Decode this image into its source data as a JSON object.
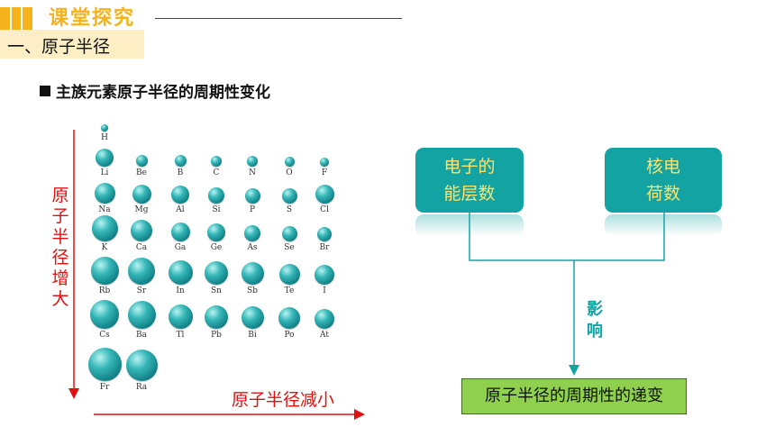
{
  "header": {
    "title": "课堂探究"
  },
  "section": {
    "label": "一、原子半径"
  },
  "subtitle": "主族元素原子半径的周期性变化",
  "axis": {
    "vertical": [
      "原",
      "子",
      "半",
      "径",
      "增",
      "大"
    ],
    "horizontal": "原子半径减小"
  },
  "colors": {
    "accent": "#f5b21a",
    "teal": "#13a3a3",
    "red": "#e01010",
    "green": "#8fd14f"
  },
  "elements": [
    {
      "symbol": "H",
      "row": 0,
      "col": 0,
      "size": 8
    },
    {
      "symbol": "Li",
      "row": 1,
      "col": 0,
      "size": 20
    },
    {
      "symbol": "Be",
      "row": 1,
      "col": 1,
      "size": 13
    },
    {
      "symbol": "B",
      "row": 1,
      "col": 2,
      "size": 13
    },
    {
      "symbol": "C",
      "row": 1,
      "col": 3,
      "size": 12
    },
    {
      "symbol": "N",
      "row": 1,
      "col": 4,
      "size": 12
    },
    {
      "symbol": "O",
      "row": 1,
      "col": 5,
      "size": 11
    },
    {
      "symbol": "F",
      "row": 1,
      "col": 6,
      "size": 10
    },
    {
      "symbol": "Na",
      "row": 2,
      "col": 0,
      "size": 23
    },
    {
      "symbol": "Mg",
      "row": 2,
      "col": 1,
      "size": 21
    },
    {
      "symbol": "Al",
      "row": 2,
      "col": 2,
      "size": 20
    },
    {
      "symbol": "Si",
      "row": 2,
      "col": 3,
      "size": 18
    },
    {
      "symbol": "P",
      "row": 2,
      "col": 4,
      "size": 17
    },
    {
      "symbol": "S",
      "row": 2,
      "col": 5,
      "size": 17
    },
    {
      "symbol": "Cl",
      "row": 2,
      "col": 6,
      "size": 21
    },
    {
      "symbol": "K",
      "row": 3,
      "col": 0,
      "size": 29
    },
    {
      "symbol": "Ca",
      "row": 3,
      "col": 1,
      "size": 24
    },
    {
      "symbol": "Ga",
      "row": 3,
      "col": 2,
      "size": 21
    },
    {
      "symbol": "Ge",
      "row": 3,
      "col": 3,
      "size": 20
    },
    {
      "symbol": "As",
      "row": 3,
      "col": 4,
      "size": 18
    },
    {
      "symbol": "Se",
      "row": 3,
      "col": 5,
      "size": 17
    },
    {
      "symbol": "Br",
      "row": 3,
      "col": 6,
      "size": 16
    },
    {
      "symbol": "Rb",
      "row": 4,
      "col": 0,
      "size": 31
    },
    {
      "symbol": "Sr",
      "row": 4,
      "col": 1,
      "size": 30
    },
    {
      "symbol": "In",
      "row": 4,
      "col": 2,
      "size": 27
    },
    {
      "symbol": "Sn",
      "row": 4,
      "col": 3,
      "size": 26
    },
    {
      "symbol": "Sb",
      "row": 4,
      "col": 4,
      "size": 25
    },
    {
      "symbol": "Te",
      "row": 4,
      "col": 5,
      "size": 23
    },
    {
      "symbol": "I",
      "row": 4,
      "col": 6,
      "size": 22
    },
    {
      "symbol": "Cs",
      "row": 5,
      "col": 0,
      "size": 32
    },
    {
      "symbol": "Ba",
      "row": 5,
      "col": 1,
      "size": 31
    },
    {
      "symbol": "Tl",
      "row": 5,
      "col": 2,
      "size": 27
    },
    {
      "symbol": "Pb",
      "row": 5,
      "col": 3,
      "size": 26
    },
    {
      "symbol": "Bi",
      "row": 5,
      "col": 4,
      "size": 25
    },
    {
      "symbol": "Po",
      "row": 5,
      "col": 5,
      "size": 24
    },
    {
      "symbol": "At",
      "row": 5,
      "col": 6,
      "size": 22
    },
    {
      "symbol": "Fr",
      "row": 6,
      "col": 0,
      "size": 37
    },
    {
      "symbol": "Ra",
      "row": 6,
      "col": 1,
      "size": 35
    }
  ],
  "diagram": {
    "box_left": [
      "电子的",
      "能层数"
    ],
    "box_right": [
      "核电",
      "荷数"
    ],
    "influence": [
      "影",
      "响"
    ],
    "result": "原子半径的周期性的递变"
  }
}
